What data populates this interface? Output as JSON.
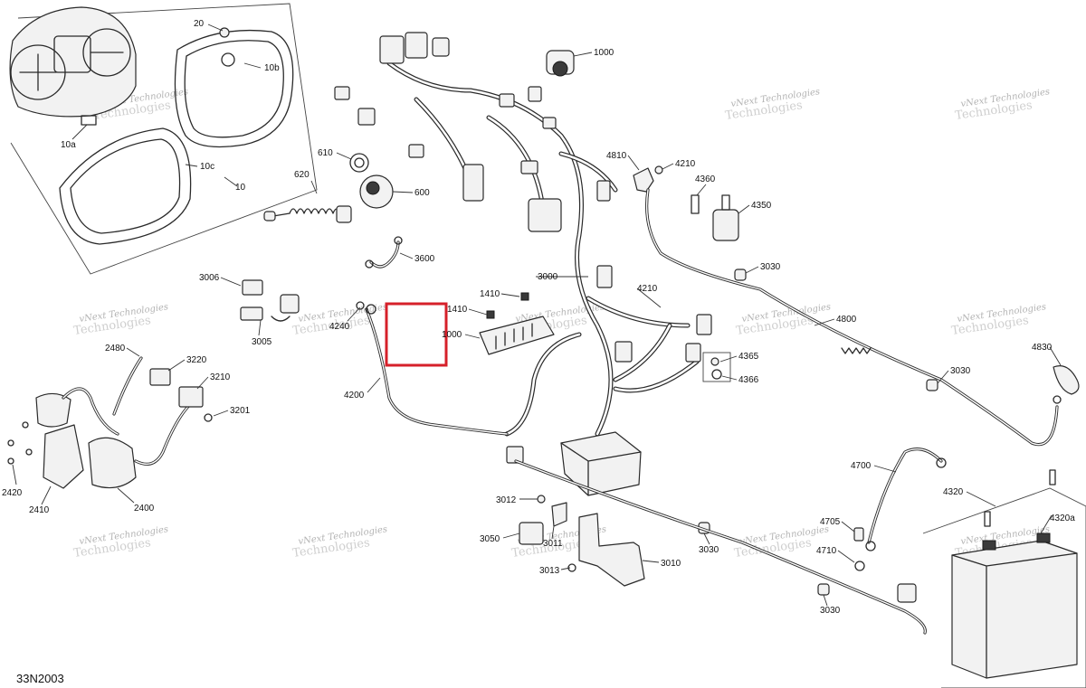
{
  "diagram_id": "33N2003",
  "watermark": {
    "line1": "vNext Technologies",
    "line2": "Technologies"
  },
  "callouts": [
    {
      "id": "c-20",
      "text": "20"
    },
    {
      "id": "c-10b",
      "text": "10b"
    },
    {
      "id": "c-10a",
      "text": "10a"
    },
    {
      "id": "c-10c",
      "text": "10c"
    },
    {
      "id": "c-10",
      "text": "10"
    },
    {
      "id": "c-1000-top",
      "text": "1000"
    },
    {
      "id": "c-610",
      "text": "610"
    },
    {
      "id": "c-620",
      "text": "620"
    },
    {
      "id": "c-600",
      "text": "600"
    },
    {
      "id": "c-4810",
      "text": "4810"
    },
    {
      "id": "c-4210-top",
      "text": "4210"
    },
    {
      "id": "c-4360",
      "text": "4360"
    },
    {
      "id": "c-4350",
      "text": "4350"
    },
    {
      "id": "c-3600",
      "text": "3600"
    },
    {
      "id": "c-3030-a",
      "text": "3030"
    },
    {
      "id": "c-3006",
      "text": "3006"
    },
    {
      "id": "c-3000",
      "text": "3000"
    },
    {
      "id": "c-1410-a",
      "text": "1410"
    },
    {
      "id": "c-4210-mid",
      "text": "4210"
    },
    {
      "id": "c-1410-b",
      "text": "1410"
    },
    {
      "id": "c-4240",
      "text": "4240"
    },
    {
      "id": "c-1000-mid",
      "text": "1000"
    },
    {
      "id": "c-4800",
      "text": "4800"
    },
    {
      "id": "c-3005",
      "text": "3005"
    },
    {
      "id": "c-2480",
      "text": "2480"
    },
    {
      "id": "c-3220",
      "text": "3220"
    },
    {
      "id": "c-3210",
      "text": "3210"
    },
    {
      "id": "c-4365",
      "text": "4365"
    },
    {
      "id": "c-4366",
      "text": "4366"
    },
    {
      "id": "c-4830",
      "text": "4830"
    },
    {
      "id": "c-3030-b",
      "text": "3030"
    },
    {
      "id": "c-4200",
      "text": "4200"
    },
    {
      "id": "c-3201",
      "text": "3201"
    },
    {
      "id": "c-4700",
      "text": "4700"
    },
    {
      "id": "c-4320",
      "text": "4320"
    },
    {
      "id": "c-2420",
      "text": "2420"
    },
    {
      "id": "c-2410",
      "text": "2410"
    },
    {
      "id": "c-2400",
      "text": "2400"
    },
    {
      "id": "c-3012",
      "text": "3012"
    },
    {
      "id": "c-3050",
      "text": "3050"
    },
    {
      "id": "c-3011",
      "text": "3011"
    },
    {
      "id": "c-3013",
      "text": "3013"
    },
    {
      "id": "c-3010",
      "text": "3010"
    },
    {
      "id": "c-3030-c",
      "text": "3030"
    },
    {
      "id": "c-4705",
      "text": "4705"
    },
    {
      "id": "c-4710",
      "text": "4710"
    },
    {
      "id": "c-4320a",
      "text": "4320a"
    },
    {
      "id": "c-3030-d",
      "text": "3030"
    }
  ],
  "colors": {
    "highlight": "#d6202a",
    "linework": "#2a2a2a",
    "watermark": "#b4b4b4"
  }
}
